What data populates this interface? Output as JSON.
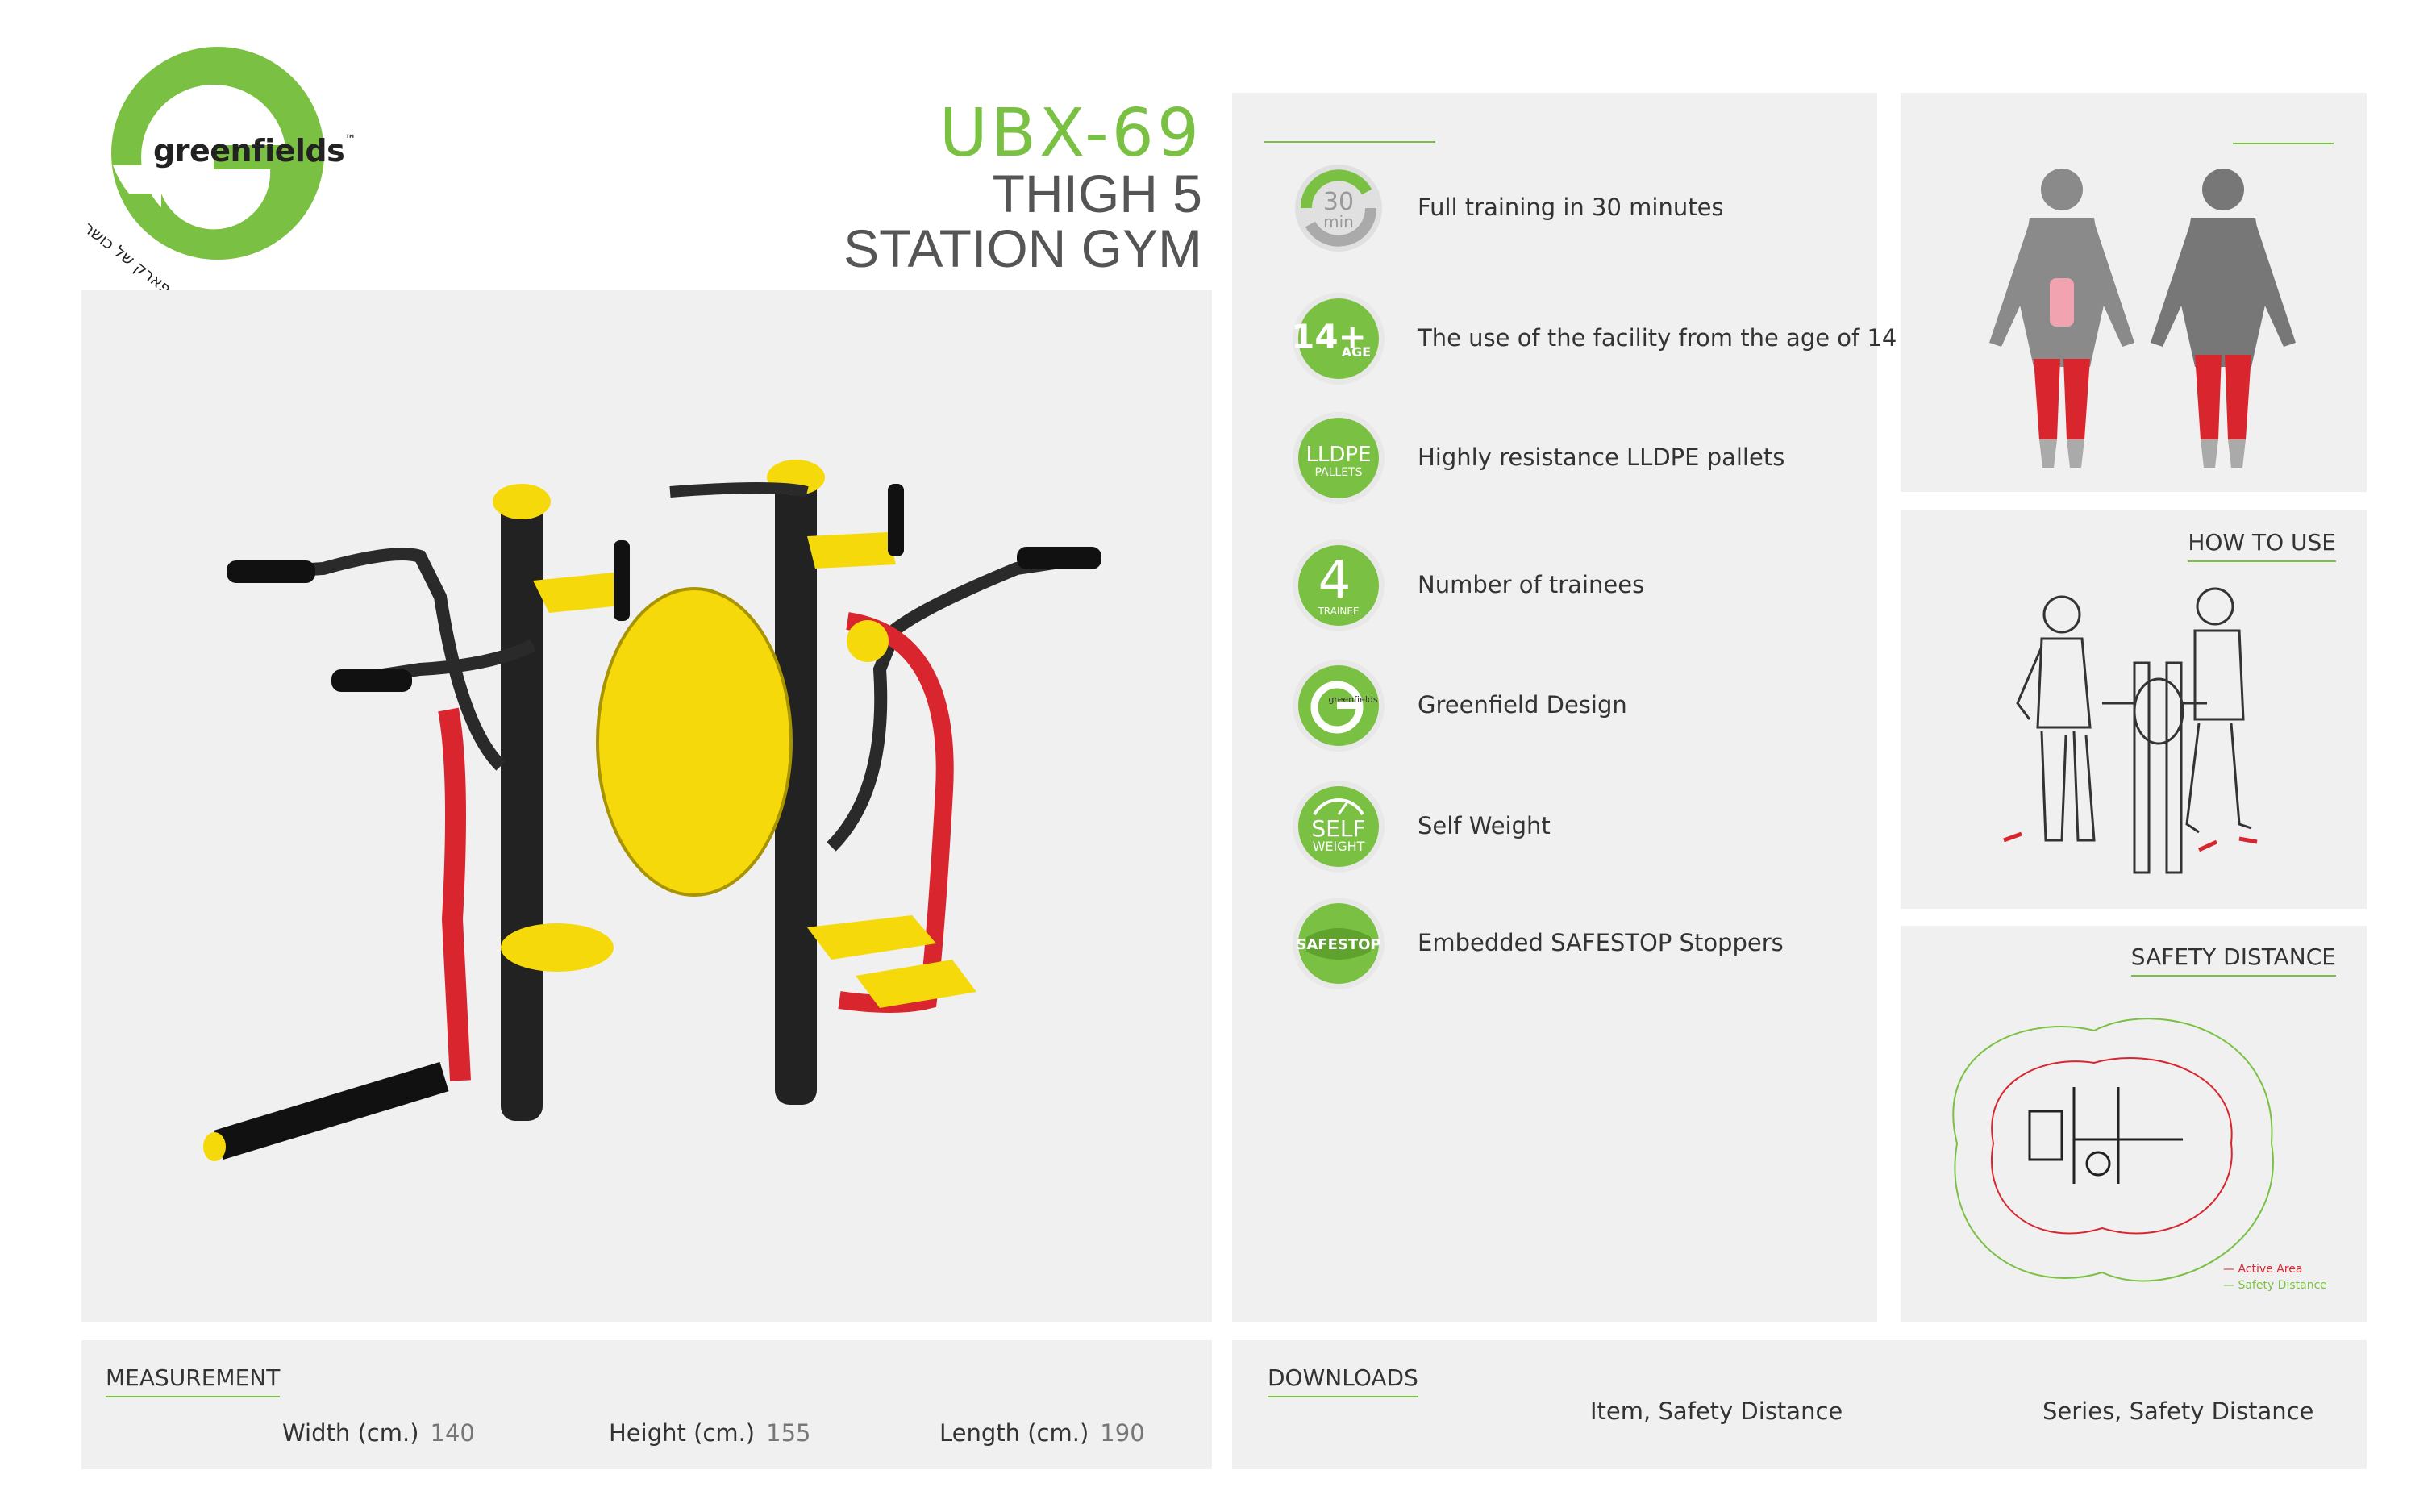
{
  "brand": {
    "logo_text": "greenfields",
    "trademark": "™",
    "hebrew_tagline": "פארק של כושר",
    "accent_color": "#7ac143",
    "active_color": "#d9262e"
  },
  "product": {
    "model": "UBX-69",
    "name_line1": "THIGH 5",
    "name_line2": "STATION GYM"
  },
  "features": [
    {
      "icon": "clock-30-min-icon",
      "icon_text": "30",
      "icon_sub": "min",
      "label": "Full training in 30 minutes"
    },
    {
      "icon": "age-14-plus-icon",
      "icon_text": "14+",
      "icon_sub": "AGE",
      "label": "The use of the facility from the age of 14"
    },
    {
      "icon": "lldpe-pallets-icon",
      "icon_text": "LLDPE",
      "icon_sub": "PALLETS",
      "label": "Highly resistance LLDPE pallets"
    },
    {
      "icon": "trainee-4-icon",
      "icon_text": "4",
      "icon_sub": "TRAINEE",
      "label": "Number of trainees"
    },
    {
      "icon": "greenfield-design-icon",
      "icon_text": "greenfields",
      "icon_sub": "",
      "label": "Greenfield Design"
    },
    {
      "icon": "self-weight-icon",
      "icon_text": "SELF",
      "icon_sub": "WEIGHT",
      "label": "Self Weight"
    },
    {
      "icon": "safestop-icon",
      "icon_text": "SAFESTOP",
      "icon_sub": "",
      "label": "Embedded SAFESTOP Stoppers"
    }
  ],
  "how_to_use": {
    "title": "HOW TO USE"
  },
  "safety": {
    "title": "SAFETY DISTANCE",
    "legend_active": "Active Area",
    "legend_safety": "Safety Distance"
  },
  "measurement": {
    "title": "MEASUREMENT",
    "width_label": "Width (cm.)",
    "width_value": "140",
    "height_label": "Height (cm.)",
    "height_value": "155",
    "length_label": "Length (cm.)",
    "length_value": "190"
  },
  "downloads": {
    "title": "DOWNLOADS",
    "item_link": "Item, Safety Distance",
    "series_link": "Series, Safety Distance"
  }
}
